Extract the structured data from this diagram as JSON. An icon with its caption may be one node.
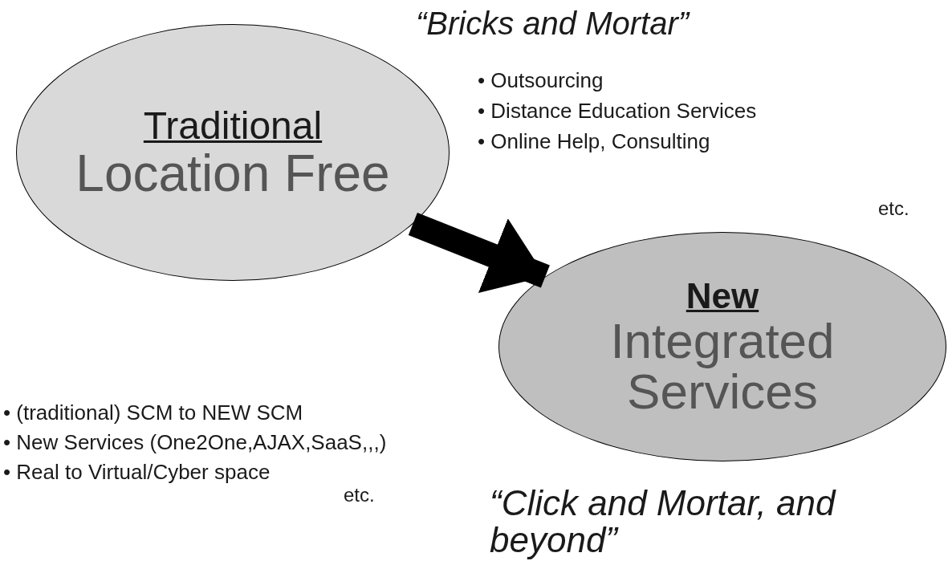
{
  "diagram": {
    "nodes": [
      {
        "text": [
          "Traditional",
          "Location Free"
        ]
      },
      {
        "text": [
          "New",
          "Integrated Services"
        ]
      }
    ],
    "edges": [
      {
        "from": 0,
        "to": 1,
        "arrow": "to"
      }
    ],
    "labels": [
      "“Bricks and Mortar”",
      "• Outsourcing",
      "• Distance Education Services",
      "• Online Help, Consulting",
      "etc.",
      "• (traditional) SCM to NEW SCM",
      "• New Services (One2One,AJAX,SaaS,,,)",
      "• Real to Virtual/Cyber space",
      "etc.",
      "“Click and Mortar, and beyond”"
    ]
  }
}
